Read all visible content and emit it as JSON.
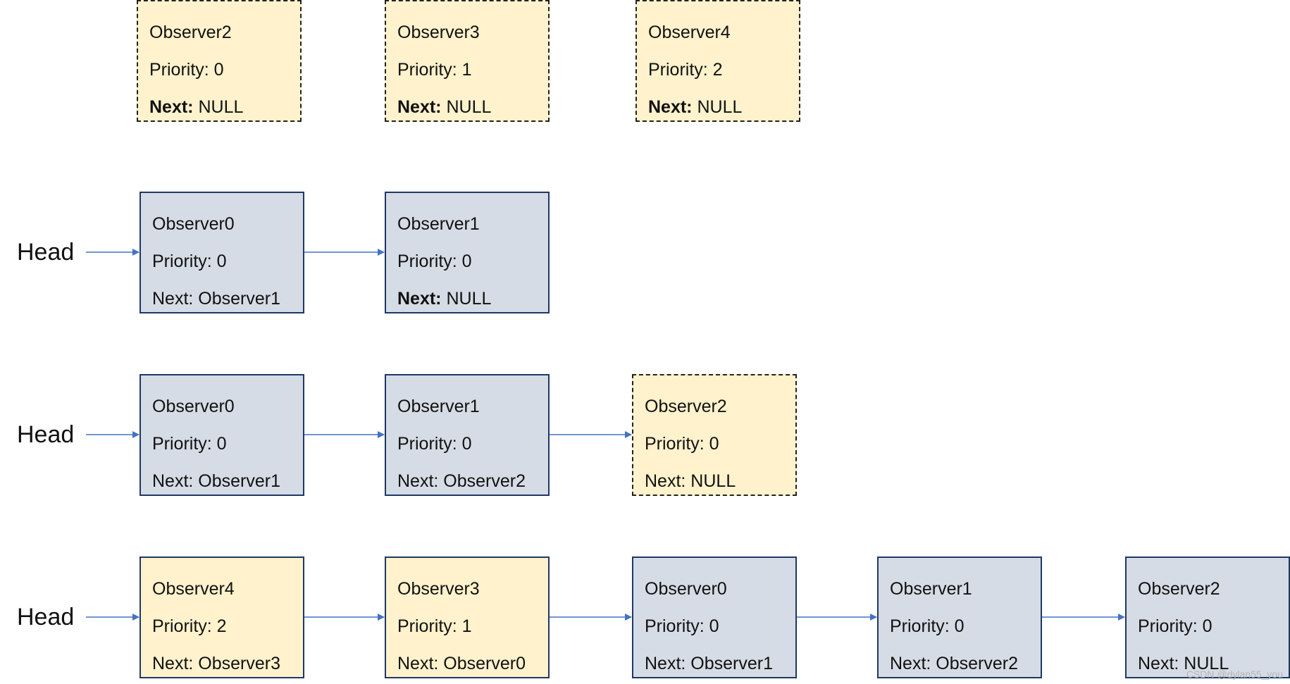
{
  "colors": {
    "existing_fill": "#d6dce5",
    "existing_border": "#1f3864",
    "pending_fill": "#fff2cc",
    "arrow": "#4472c4"
  },
  "head_label": "Head",
  "labels": {
    "priority_prefix": "Priority: ",
    "next_prefix": "Next:"
  },
  "rows": [
    {
      "has_head": false,
      "nodes": [
        {
          "name": "Observer2",
          "priority": "0",
          "next": "NULL",
          "style": "pending",
          "next_bold": true
        },
        {
          "name": "Observer3",
          "priority": "1",
          "next": "NULL",
          "style": "pending",
          "next_bold": true
        },
        {
          "name": "Observer4",
          "priority": "2",
          "next": "NULL",
          "style": "pending",
          "next_bold": true
        }
      ]
    },
    {
      "has_head": true,
      "nodes": [
        {
          "name": "Observer0",
          "priority": "0",
          "next": "Observer1",
          "style": "existing",
          "next_bold": false
        },
        {
          "name": "Observer1",
          "priority": "0",
          "next": "NULL",
          "style": "existing",
          "next_bold": true
        }
      ]
    },
    {
      "has_head": true,
      "nodes": [
        {
          "name": "Observer0",
          "priority": "0",
          "next": "Observer1",
          "style": "existing",
          "next_bold": false
        },
        {
          "name": "Observer1",
          "priority": "0",
          "next": "Observer2",
          "style": "existing",
          "next_bold": false
        },
        {
          "name": "Observer2",
          "priority": "0",
          "next": "NULL",
          "style": "pending",
          "next_bold": false
        }
      ]
    },
    {
      "has_head": true,
      "nodes": [
        {
          "name": "Observer4",
          "priority": "2",
          "next": "Observer3",
          "style": "pending-inlist",
          "next_bold": false
        },
        {
          "name": "Observer3",
          "priority": "1",
          "next": "Observer0",
          "style": "pending-inlist",
          "next_bold": false
        },
        {
          "name": "Observer0",
          "priority": "0",
          "next": "Observer1",
          "style": "existing",
          "next_bold": false
        },
        {
          "name": "Observer1",
          "priority": "0",
          "next": "Observer2",
          "style": "existing",
          "next_bold": false
        },
        {
          "name": "Observer2",
          "priority": "0",
          "next": "NULL",
          "style": "existing",
          "next_bold": false
        }
      ]
    }
  ],
  "watermark": "CSDN @dylan55_you"
}
